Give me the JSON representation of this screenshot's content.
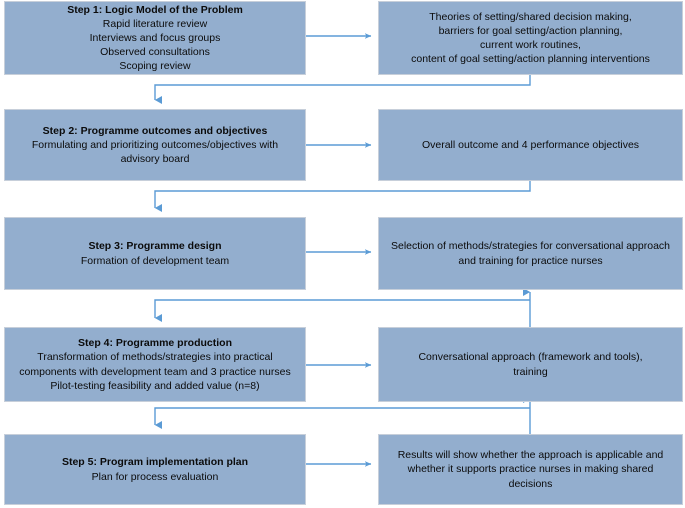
{
  "diagram": {
    "title": "Intervention Mapping step flowchart",
    "colors": {
      "box_fill": "#93AECE",
      "box_border": "#C7CFDA",
      "connector": "#5B9BD5",
      "text": "#0b0b0b",
      "background": "#ffffff"
    },
    "steps": [
      {
        "id": "step-1",
        "left": {
          "name": "step-1-box",
          "lines": [
            {
              "text": "Step 1: Logic Model of the Problem",
              "bold": true
            },
            {
              "text": "Rapid literature review",
              "bold": false
            },
            {
              "text": "Interviews and focus groups",
              "bold": false
            },
            {
              "text": "Observed consultations",
              "bold": false
            },
            {
              "text": "Scoping review",
              "bold": false
            }
          ]
        },
        "right": {
          "name": "step-1-output-box",
          "lines": [
            {
              "text": "Theories of  setting/shared decision making,",
              "bold": false
            },
            {
              "text": "barriers for goal setting/action planning,",
              "bold": false
            },
            {
              "text": "current work routines,",
              "bold": false
            },
            {
              "text": "content of goal setting/action planning interventions",
              "bold": false
            }
          ]
        }
      },
      {
        "id": "step-2",
        "left": {
          "name": "step-2-box",
          "lines": [
            {
              "text": "Step 2: Programme outcomes and objectives",
              "bold": true
            },
            {
              "text": "Formulating and prioritizing outcomes/objectives with",
              "bold": false
            },
            {
              "text": "advisory board",
              "bold": false
            }
          ]
        },
        "right": {
          "name": "step-2-output-box",
          "lines": [
            {
              "text": "Overall outcome and 4 performance objectives",
              "bold": false
            }
          ]
        }
      },
      {
        "id": "step-3",
        "left": {
          "name": "step-3-box",
          "lines": [
            {
              "text": "Step 3: Programme design",
              "bold": true
            },
            {
              "text": "Formation of development team",
              "bold": false
            }
          ]
        },
        "right": {
          "name": "step-3-output-box",
          "lines": [
            {
              "text": "Selection of methods/strategies for conversational approach",
              "bold": false
            },
            {
              "text": "and training for practice nurses",
              "bold": false
            }
          ]
        }
      },
      {
        "id": "step-4",
        "left": {
          "name": "step-4-box",
          "lines": [
            {
              "text": "Step 4: Programme production",
              "bold": true
            },
            {
              "text": "Transformation of methods/strategies into practical",
              "bold": false
            },
            {
              "text": "components with development team and 3 practice nurses",
              "bold": false
            },
            {
              "text": "Pilot-testing feasibility and added value (n=8)",
              "bold": false
            }
          ]
        },
        "right": {
          "name": "step-4-output-box",
          "lines": [
            {
              "text": "Conversational approach (framework and tools),",
              "bold": false
            },
            {
              "text": "training",
              "bold": false
            }
          ]
        }
      },
      {
        "id": "step-5",
        "left": {
          "name": "step-5-box",
          "lines": [
            {
              "text": "Step 5: Program implementation plan",
              "bold": true
            },
            {
              "text": "Plan for process evaluation",
              "bold": false
            }
          ]
        },
        "right": {
          "name": "step-5-output-box",
          "lines": [
            {
              "text": "Results will show whether the approach is applicable and",
              "bold": false
            },
            {
              "text": "whether it supports practice nurses in making shared",
              "bold": false
            },
            {
              "text": "decisions",
              "bold": false
            }
          ]
        }
      }
    ],
    "connectors": [
      {
        "name": "arrow-step-1-to-output",
        "kind": "horizontal-right"
      },
      {
        "name": "arrow-step-2-to-output",
        "kind": "horizontal-right"
      },
      {
        "name": "arrow-step-3-to-output",
        "kind": "horizontal-right"
      },
      {
        "name": "arrow-step-4-to-output",
        "kind": "horizontal-right"
      },
      {
        "name": "arrow-step-5-to-output",
        "kind": "horizontal-right"
      },
      {
        "name": "arrow-output-1-to-step-2",
        "kind": "elbow-down-left"
      },
      {
        "name": "arrow-output-2-to-step-3",
        "kind": "elbow-down-left"
      },
      {
        "name": "arrow-output-3-to-step-4",
        "kind": "elbow-down-left"
      },
      {
        "name": "arrow-output-4-to-step-5",
        "kind": "elbow-down-left"
      },
      {
        "name": "arrow-output-4-up-to-output-3",
        "kind": "vertical-up"
      },
      {
        "name": "arrow-output-5-up-to-output-4",
        "kind": "vertical-up"
      }
    ]
  }
}
